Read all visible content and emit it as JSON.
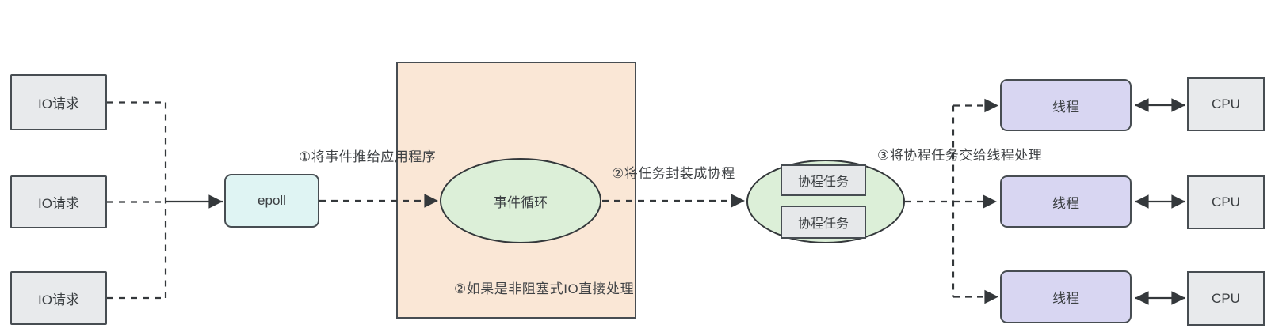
{
  "diagram": {
    "io_requests": [
      {
        "label": "IO请求"
      },
      {
        "label": "IO请求"
      },
      {
        "label": "IO请求"
      }
    ],
    "epoll": {
      "label": "epoll"
    },
    "event_loop": {
      "label": "事件循环"
    },
    "coroutine_tasks": [
      {
        "label": "协程任务"
      },
      {
        "label": "协程任务"
      }
    ],
    "threads": [
      {
        "label": "线程"
      },
      {
        "label": "线程"
      },
      {
        "label": "线程"
      }
    ],
    "cpus": [
      {
        "label": "CPU"
      },
      {
        "label": "CPU"
      },
      {
        "label": "CPU"
      }
    ],
    "annotations": {
      "step1": "①将事件推给应用程序",
      "step2_wrap": "②将任务封装成协程",
      "step2_nonblocking": "②如果是非阻塞式IO直接处理",
      "step3": "③将协程任务交给线程处理"
    },
    "colors": {
      "gray_box_fill": "#e8eaec",
      "epoll_fill": "#dff4f3",
      "container_fill": "#fae7d6",
      "ellipse_fill": "#dcefd8",
      "thread_fill": "#d8d6f2",
      "border": "#474d52",
      "line": "#34383b",
      "text": "#3c4043",
      "background": "#ffffff"
    }
  }
}
